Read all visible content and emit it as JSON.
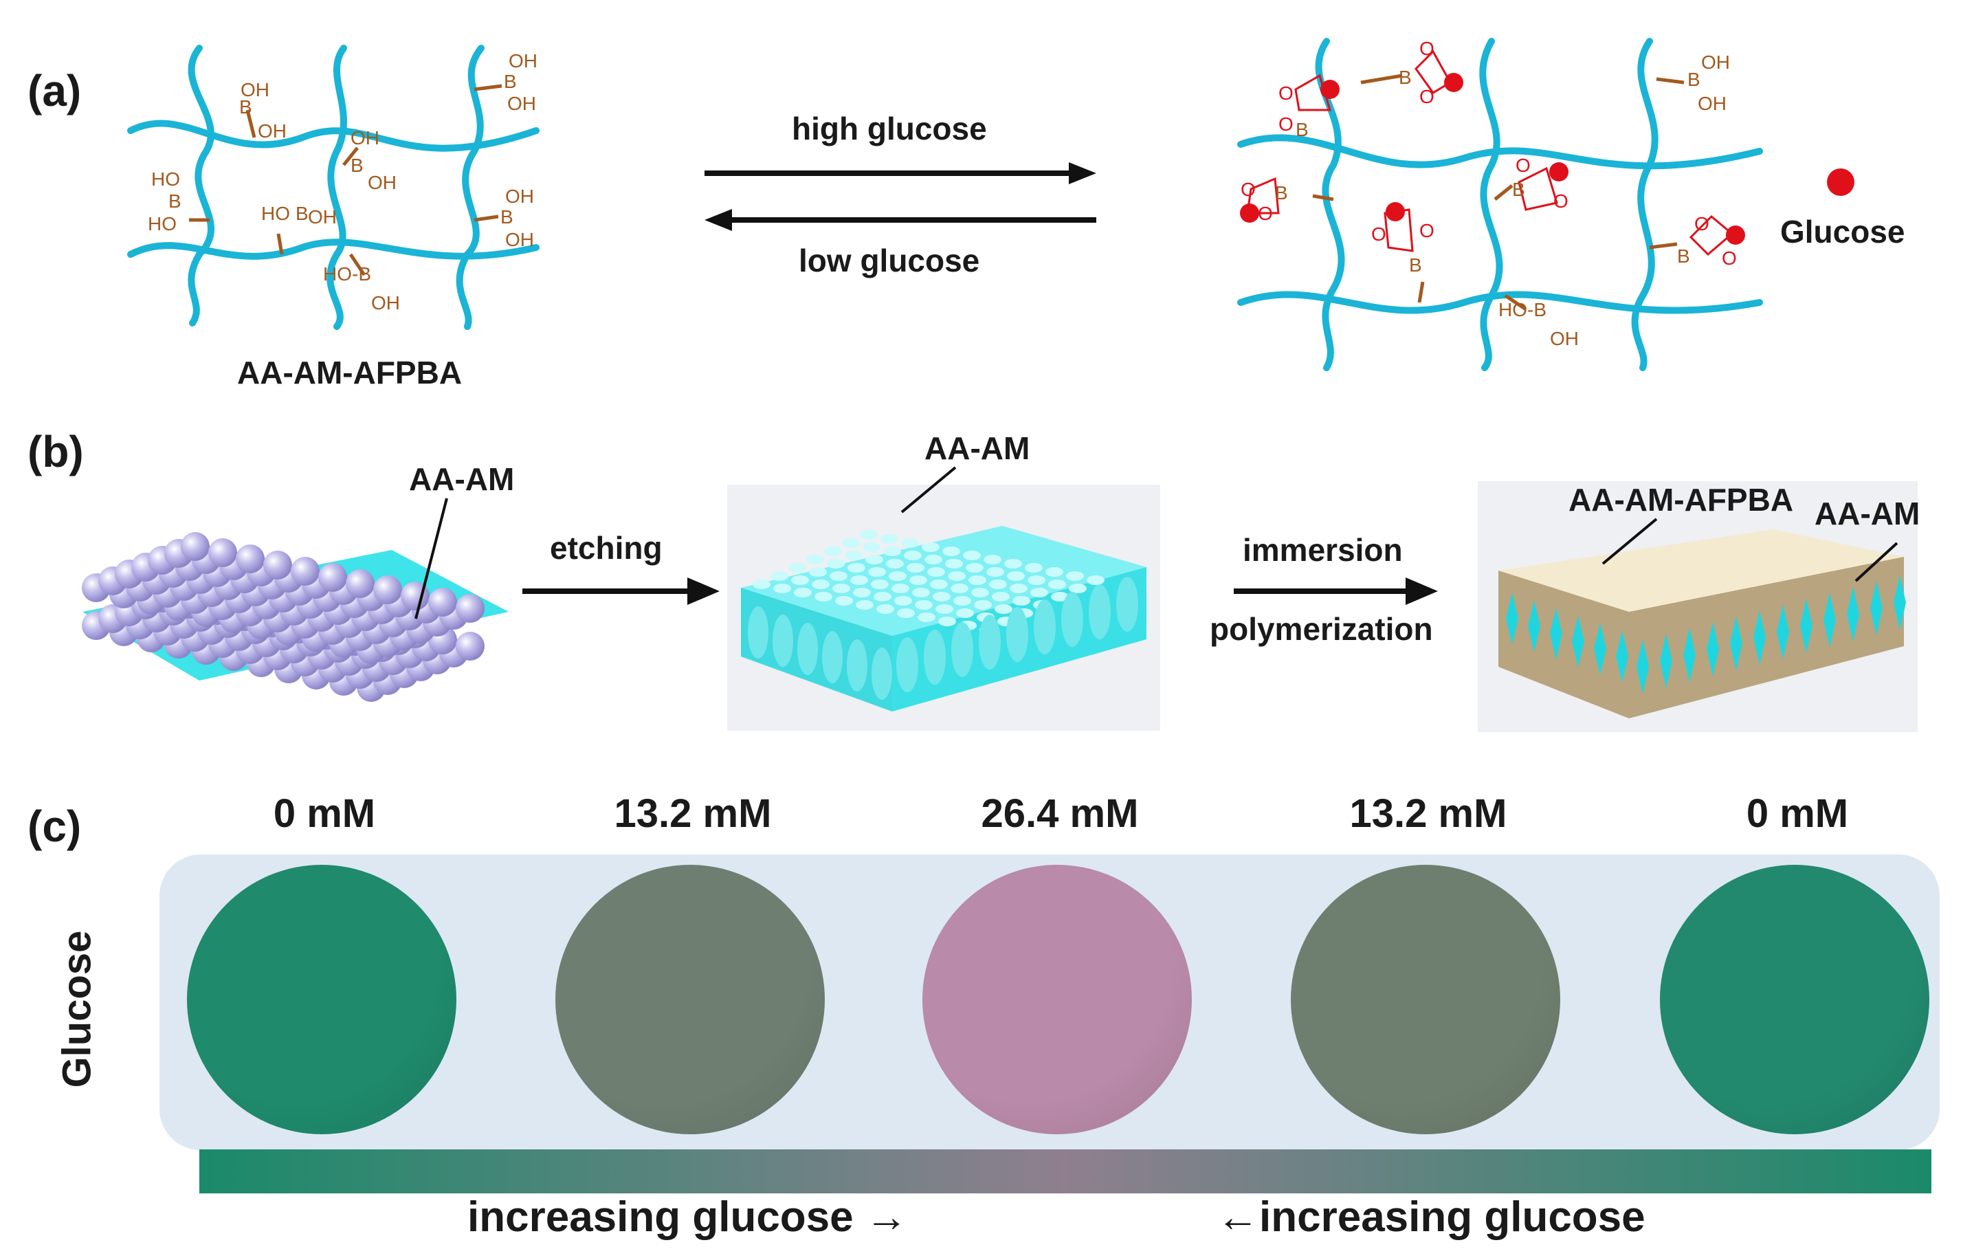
{
  "panel_a": {
    "label": "(a)",
    "left_caption": "AA-AM-AFPBA",
    "arrow_top_label": "high glucose",
    "arrow_bottom_label": "low glucose",
    "legend_label": "Glucose",
    "chem": {
      "oh": "OH",
      "b": "B",
      "ho": "HO",
      "hob": "HO-B",
      "o": "O"
    }
  },
  "panel_b": {
    "label": "(b)",
    "stage1_label": "AA-AM",
    "step1_label": "etching",
    "stage2_label": "AA-AM",
    "step2_top_label": "immersion",
    "step2_bottom_label": "polymerization",
    "stage3_label_a": "AA-AM-AFPBA",
    "stage3_label_b": "AA-AM"
  },
  "panel_c": {
    "label": "(c)",
    "side_label": "Glucose",
    "concentrations": [
      "0 mM",
      "13.2 mM",
      "26.4 mM",
      "13.2 mM",
      "0 mM"
    ],
    "photo_colors": [
      "#1f8a6c",
      "#6e7f72",
      "#b98aa9",
      "#6f7f6f",
      "#22896e"
    ],
    "bottom_left": "increasing glucose →",
    "bottom_right": "←increasing glucose",
    "gradient_colors": [
      "#1a8a6a",
      "#8f7f8f",
      "#1a8a6a"
    ]
  },
  "colors": {
    "polymer": "#1ab4d6",
    "boronic": "#a35a1e",
    "glucose": "#e0101a",
    "sphere": "#b3aee0",
    "hydrogel": "#3fe3ea",
    "afpba": "#b8a47e"
  }
}
